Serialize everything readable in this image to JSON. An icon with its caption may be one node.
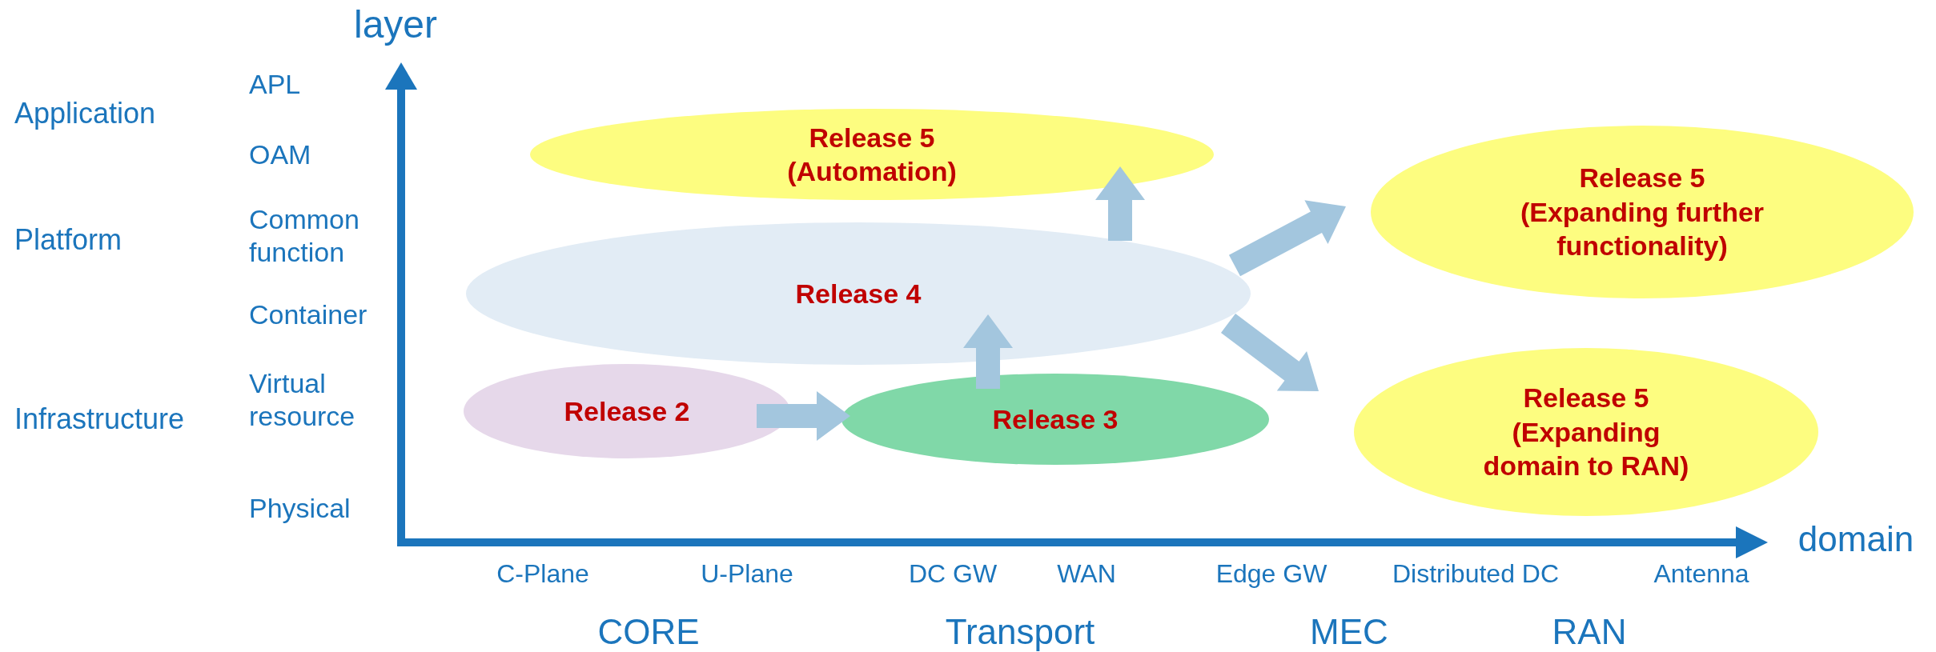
{
  "diagram": {
    "nodes": [
      {
        "text": [
          "Release 5 (Automation)"
        ]
      },
      {
        "text": [
          "Release 5 (Expanding further functionality)"
        ]
      },
      {
        "text": [
          "Release 4"
        ]
      },
      {
        "text": [
          "Release 2"
        ]
      },
      {
        "text": [
          "Release 3"
        ]
      },
      {
        "text": [
          "Release 5 (Expanding domain to RAN)"
        ]
      }
    ],
    "edges": [
      {
        "from": 3,
        "to": 4,
        "arrow": "to",
        "style": "thick"
      },
      {
        "from": 4,
        "to": 2,
        "arrow": "to",
        "style": "thick"
      },
      {
        "from": 2,
        "to": 0,
        "arrow": "to",
        "style": "thick"
      },
      {
        "from": 2,
        "to": 1,
        "arrow": "to",
        "style": "thick"
      },
      {
        "from": 2,
        "to": 5,
        "arrow": "to",
        "style": "thick"
      }
    ],
    "labels": [
      "layer",
      "APL",
      "Application",
      "OAM",
      "Common function",
      "Platform",
      "Container",
      "Virtual resource",
      "Infrastructure",
      "Physical",
      "domain",
      "C-Plane",
      "U-Plane",
      "DC GW",
      "WAN",
      "Edge GW",
      "Distributed DC",
      "Antenna",
      "CORE",
      "Transport",
      "MEC",
      "RAN"
    ]
  }
}
